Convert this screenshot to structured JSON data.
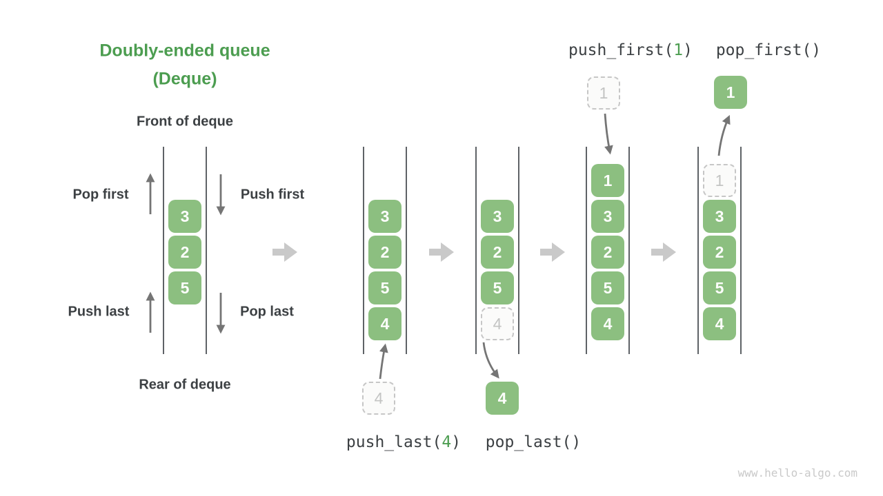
{
  "title": {
    "line1": "Doubly-ended queue",
    "line2": "(Deque)"
  },
  "labels": {
    "front": "Front of deque",
    "rear": "Rear of deque",
    "pop_first": "Pop first",
    "push_first": "Push first",
    "push_last": "Push last",
    "pop_last": "Pop last"
  },
  "op_labels": {
    "push_first": {
      "pre": "push_first(",
      "arg": "1",
      "post": ")"
    },
    "pop_first": {
      "text": "pop_first()"
    },
    "push_last": {
      "pre": "push_last(",
      "arg": "4",
      "post": ")"
    },
    "pop_last": {
      "text": "pop_last()"
    }
  },
  "queues": [
    {
      "cells": [
        {
          "value": "3",
          "state": "filled"
        },
        {
          "value": "2",
          "state": "filled"
        },
        {
          "value": "5",
          "state": "filled"
        }
      ]
    },
    {
      "cells": [
        {
          "value": "3",
          "state": "filled"
        },
        {
          "value": "2",
          "state": "filled"
        },
        {
          "value": "5",
          "state": "filled"
        },
        {
          "value": "4",
          "state": "filled"
        }
      ]
    },
    {
      "cells": [
        {
          "value": "3",
          "state": "filled"
        },
        {
          "value": "2",
          "state": "filled"
        },
        {
          "value": "5",
          "state": "filled"
        },
        {
          "value": "4",
          "state": "ghost"
        }
      ]
    },
    {
      "cells": [
        {
          "value": "1",
          "state": "filled"
        },
        {
          "value": "3",
          "state": "filled"
        },
        {
          "value": "2",
          "state": "filled"
        },
        {
          "value": "5",
          "state": "filled"
        },
        {
          "value": "4",
          "state": "filled"
        }
      ]
    },
    {
      "cells": [
        {
          "value": "1",
          "state": "ghost"
        },
        {
          "value": "3",
          "state": "filled"
        },
        {
          "value": "2",
          "state": "filled"
        },
        {
          "value": "5",
          "state": "filled"
        },
        {
          "value": "4",
          "state": "filled"
        }
      ]
    }
  ],
  "floating_cells": {
    "push_last_in": {
      "value": "4",
      "state": "ghost"
    },
    "pop_last_out": {
      "value": "4",
      "state": "filled"
    },
    "push_first_in": {
      "value": "1",
      "state": "ghost"
    },
    "pop_first_out": {
      "value": "1",
      "state": "filled"
    }
  },
  "watermark": "www.hello-algo.com",
  "colors": {
    "accent_green": "#4C9D50",
    "cell_green": "#8CBF80",
    "text_dark": "#3C4043",
    "thin_arrow_gray": "#757575",
    "block_arrow_gray": "#C9C9C9",
    "ghost_gray": "#C6C6C6",
    "line_gray": "#5E6266"
  }
}
